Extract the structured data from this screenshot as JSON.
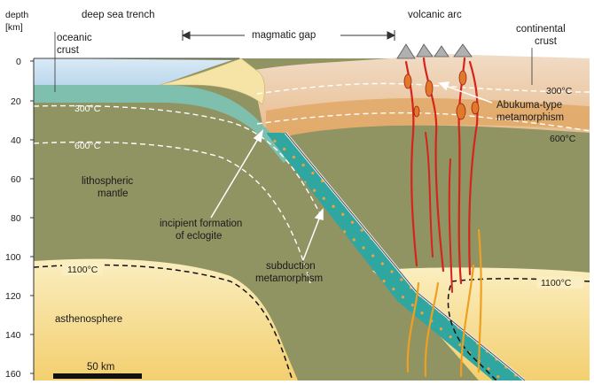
{
  "axis": {
    "title_line1": "depth",
    "title_line2": "[km]",
    "ticks": [
      "0",
      "20",
      "40",
      "60",
      "80",
      "100",
      "120",
      "140",
      "160"
    ]
  },
  "header": {
    "deep_sea_trench": "deep sea trench",
    "magmatic_gap": "magmatic gap",
    "volcanic_arc": "volcanic arc",
    "continental_crust_1": "continental",
    "continental_crust_2": "crust",
    "oceanic_crust_1": "oceanic",
    "oceanic_crust_2": "crust"
  },
  "regions": {
    "lithospheric_mantle_1": "lithospheric",
    "lithospheric_mantle_2": "mantle",
    "asthenosphere": "asthenosphere",
    "eclogite_1": "incipient formation",
    "eclogite_2": "of eclogite",
    "subduction_1": "subduction",
    "subduction_2": "metamorphism",
    "abukuma_1": "Abukuma-type",
    "abukuma_2": "metamorphism"
  },
  "isotherms": {
    "t300_left": "300°C",
    "t600_left": "600°C",
    "t300_right": "300°C",
    "t600_right": "600°C",
    "t1100_left": "1100°C",
    "t1100_right": "1100°C"
  },
  "scale_bar": {
    "label": "50 km"
  },
  "colors": {
    "sea": "#c9dff0",
    "oceanic_crust": "#7fbfae",
    "slab": "#2fa7a0",
    "mantle": "#8f9462",
    "asthenosphere": "#f7dc8e",
    "continental_crust": "#e9c9a5",
    "lower_crust": "#e3aa62",
    "sediment": "#f5e4a6",
    "magma": "#d8231c",
    "magma_deep": "#f0a020"
  }
}
